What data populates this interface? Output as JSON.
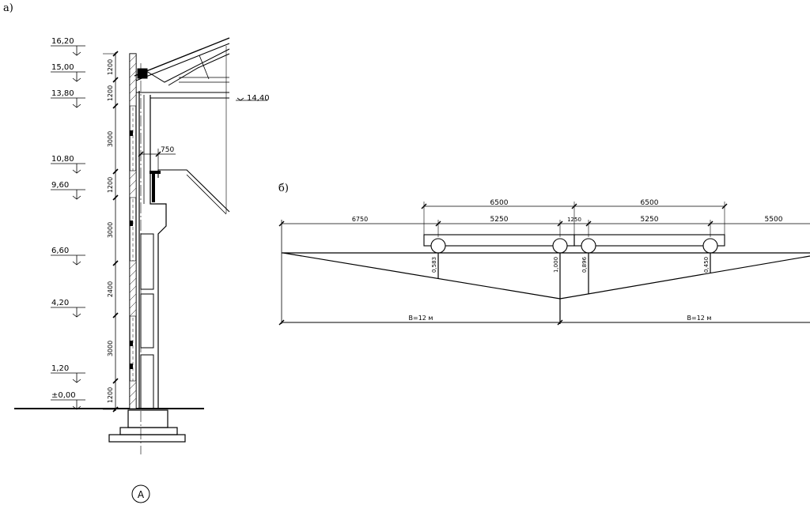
{
  "labels": {
    "section_a": "а)",
    "section_b": "б)"
  },
  "section_a": {
    "levels": [
      "16,20",
      "15,00",
      "13,80",
      "10,80",
      "9,60",
      "6,60",
      "4,20",
      "1,20",
      "±0,00"
    ],
    "spans": [
      "1200",
      "1200",
      "3000",
      "1200",
      "3000",
      "2400",
      "3000",
      "1200"
    ],
    "truss_level": "14,40",
    "offset": "750",
    "axis": "А"
  },
  "section_b": {
    "top_dims": [
      "6500",
      "6500"
    ],
    "dims": [
      "6750",
      "5250",
      "1250",
      "5250",
      "5500"
    ],
    "heights": [
      "0,583",
      "1,000",
      "0,896",
      "0,450"
    ],
    "bays": [
      "B=12 м",
      "B=12 м"
    ]
  }
}
